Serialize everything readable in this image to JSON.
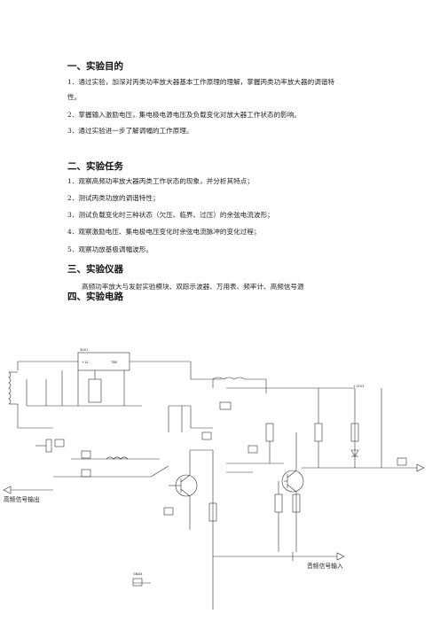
{
  "sections": [
    {
      "heading": "一、实验目的",
      "items": [
        "1．通过实验，加深对丙类功率放大器基本工作原理的理解，掌握丙类功率放大器的调谐特",
        "性。",
        "2．掌握输入激励电压，集电极电源电压及负载变化对放大器工作状态的影响。",
        "3．通过实验进一步了解调幅的工作原理。"
      ]
    },
    {
      "heading": "二、实验任务",
      "items": [
        "1．观察高频功率放大器丙类工作状态的现象，并分析其特点；",
        "2．测试丙类功放的调谐特性；",
        "3．测试负载变化时三种状态（欠压、临界、过压）的余弦电流波形；",
        "4．观察激励电压、集电极电压变化时余弦电流脉冲的变化过程；",
        "5．观察功放基极调幅波形。"
      ]
    },
    {
      "heading": "三、实验仪器",
      "text": "高频功率放大与发射实验模块、双踪示波器、万用表、频率计、高频信号源"
    },
    {
      "heading": "四、实验电路"
    }
  ],
  "circuit": {
    "labels": {
      "reg": "3U01",
      "reg_in": "+12",
      "reg_out": "T86",
      "out_left": "高频信号输出",
      "in_right": "音频信号输入",
      "gnd": "GND4",
      "vcc": "+12V1"
    }
  }
}
